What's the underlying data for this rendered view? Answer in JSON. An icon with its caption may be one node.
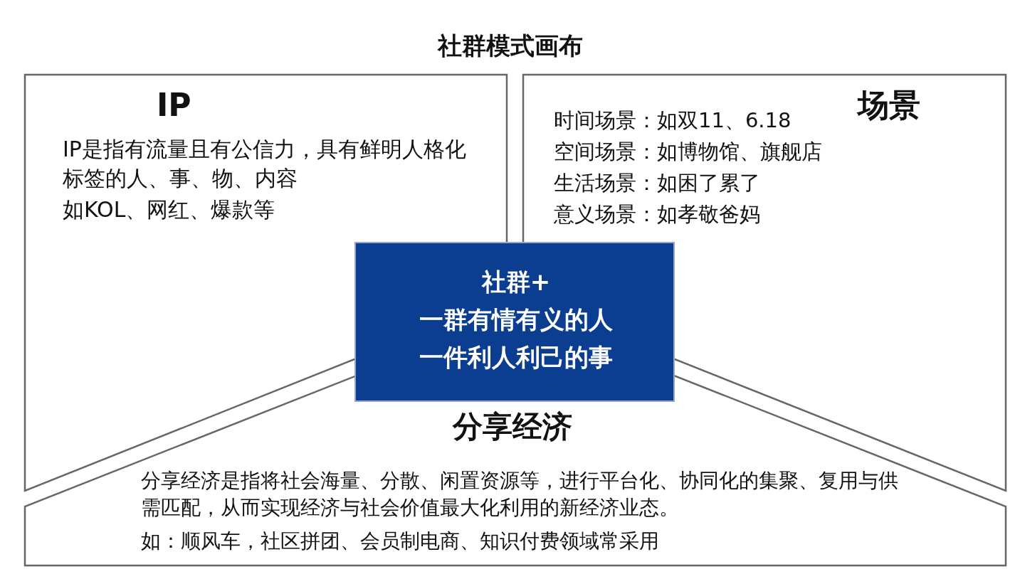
{
  "diagram": {
    "title": "社群模式画布",
    "nodes": [
      {
        "text": [
          "IP",
          "IP是指有流量且有公信力，具有鲜明人格化标签的人、事、物、内容",
          "如KOL、网红、爆款等"
        ]
      },
      {
        "text": [
          "场景",
          "时间场景：如双11、6.18",
          "空间场景：如博物馆、旗舰店",
          "生活场景：如困了累了",
          "意义场景：如孝敬爸妈"
        ]
      },
      {
        "text": [
          "分享经济",
          "分享经济是指将社会海量、分散、闲置资源等，进行平台化、协同化的集聚、复用与供需匹配，从而实现经济与社会价值最大化利用的新经济业态。",
          "如：顺风车，社区拼团、会员制电商、知识付费领域常采用"
        ]
      },
      {
        "text": [
          "社群+",
          "一群有情有义的人",
          "一件利人利己的事"
        ]
      }
    ]
  }
}
